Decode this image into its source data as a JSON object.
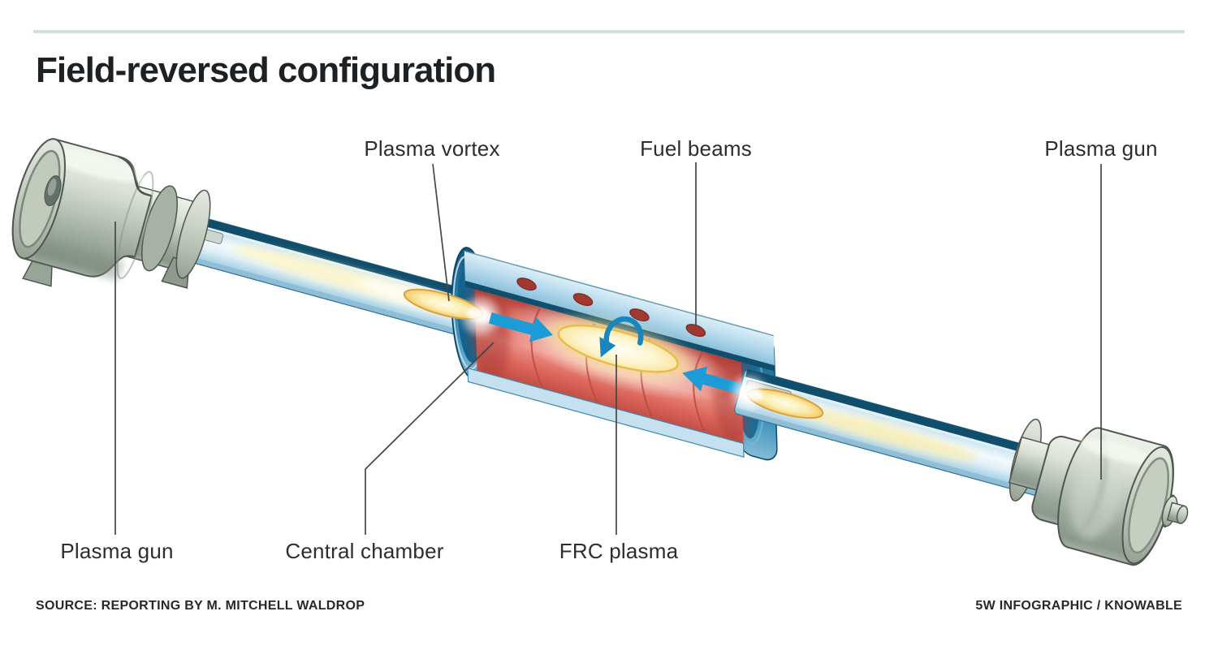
{
  "title": "Field-reversed configuration",
  "labels": {
    "plasma_vortex": "Plasma vortex",
    "fuel_beams": "Fuel beams",
    "plasma_gun_top": "Plasma gun",
    "plasma_gun_bottom": "Plasma gun",
    "central_chamber": "Central chamber",
    "frc_plasma": "FRC plasma"
  },
  "footer": {
    "source": "SOURCE: REPORTING BY M. MITCHELL WALDROP",
    "credit": "5W INFOGRAPHIC / KNOWABLE"
  },
  "palette": {
    "rule": "#cfe0e1",
    "title_text": "#1e2124",
    "label_text": "#2b2e30",
    "leader_line": "#43474a",
    "arrow_blue": "#1b9cd6",
    "rotation_arrow_blue": "#1a86c0",
    "port_red": "#a23931",
    "plasma_gold": "#e9bd4c",
    "tube_stripe_navy": "#114e6b",
    "chamber_red": "#e2746a",
    "chamber_teal": "#2d7fa6",
    "gun_gray": "#b3bcb1"
  }
}
